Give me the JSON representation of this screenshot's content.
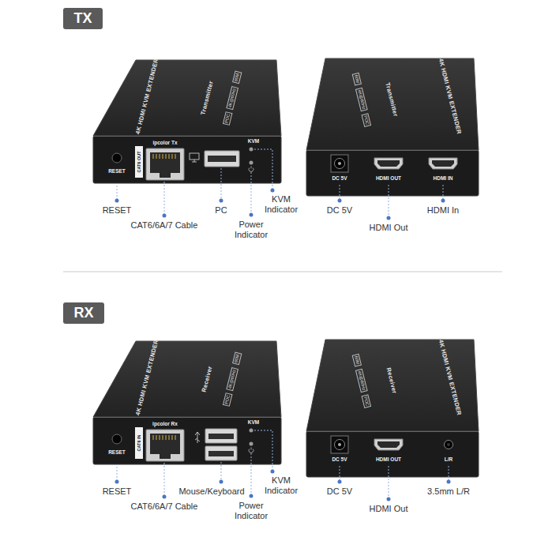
{
  "diagram": {
    "nodes": [
      {
        "text": [
          "TX"
        ]
      },
      {
        "text": [
          "RX"
        ]
      }
    ],
    "labels": [
      "4K HDMI KVM EXTENDER",
      "Transmitter",
      "60M",
      "4K@60Hz",
      "POC",
      "RESET",
      "CAT6 OUT",
      "ipcolor Tx",
      "KVM",
      "4K HDMI KVM EXTENDER",
      "Transmitter",
      "60M",
      "4K@60Hz",
      "POC",
      "DC 5V",
      "HDMI OUT",
      "HDMI IN",
      "RESET",
      "CAT6/6A/7 Cable",
      "PC",
      "Power Indicator",
      "KVM Indicator",
      "DC 5V",
      "HDMI Out",
      "HDMI In",
      "4K HDMI KVM EXTENDER",
      "Receiver",
      "60M",
      "4K@60Hz",
      "POC",
      "RESET",
      "CAT6 IN",
      "ipcolor Rx",
      "KVM",
      "4K HDMI KVM EXTENDER",
      "Receiver",
      "60M",
      "4K@60Hz",
      "POC",
      "DC 5V",
      "HDMI OUT",
      "L/R",
      "RESET",
      "CAT6/6A/7 Cable",
      "Mouse/Keyboard",
      "Power Indicator",
      "KVM Indicator",
      "DC 5V",
      "HDMI Out",
      "3.5mm L/R"
    ]
  }
}
